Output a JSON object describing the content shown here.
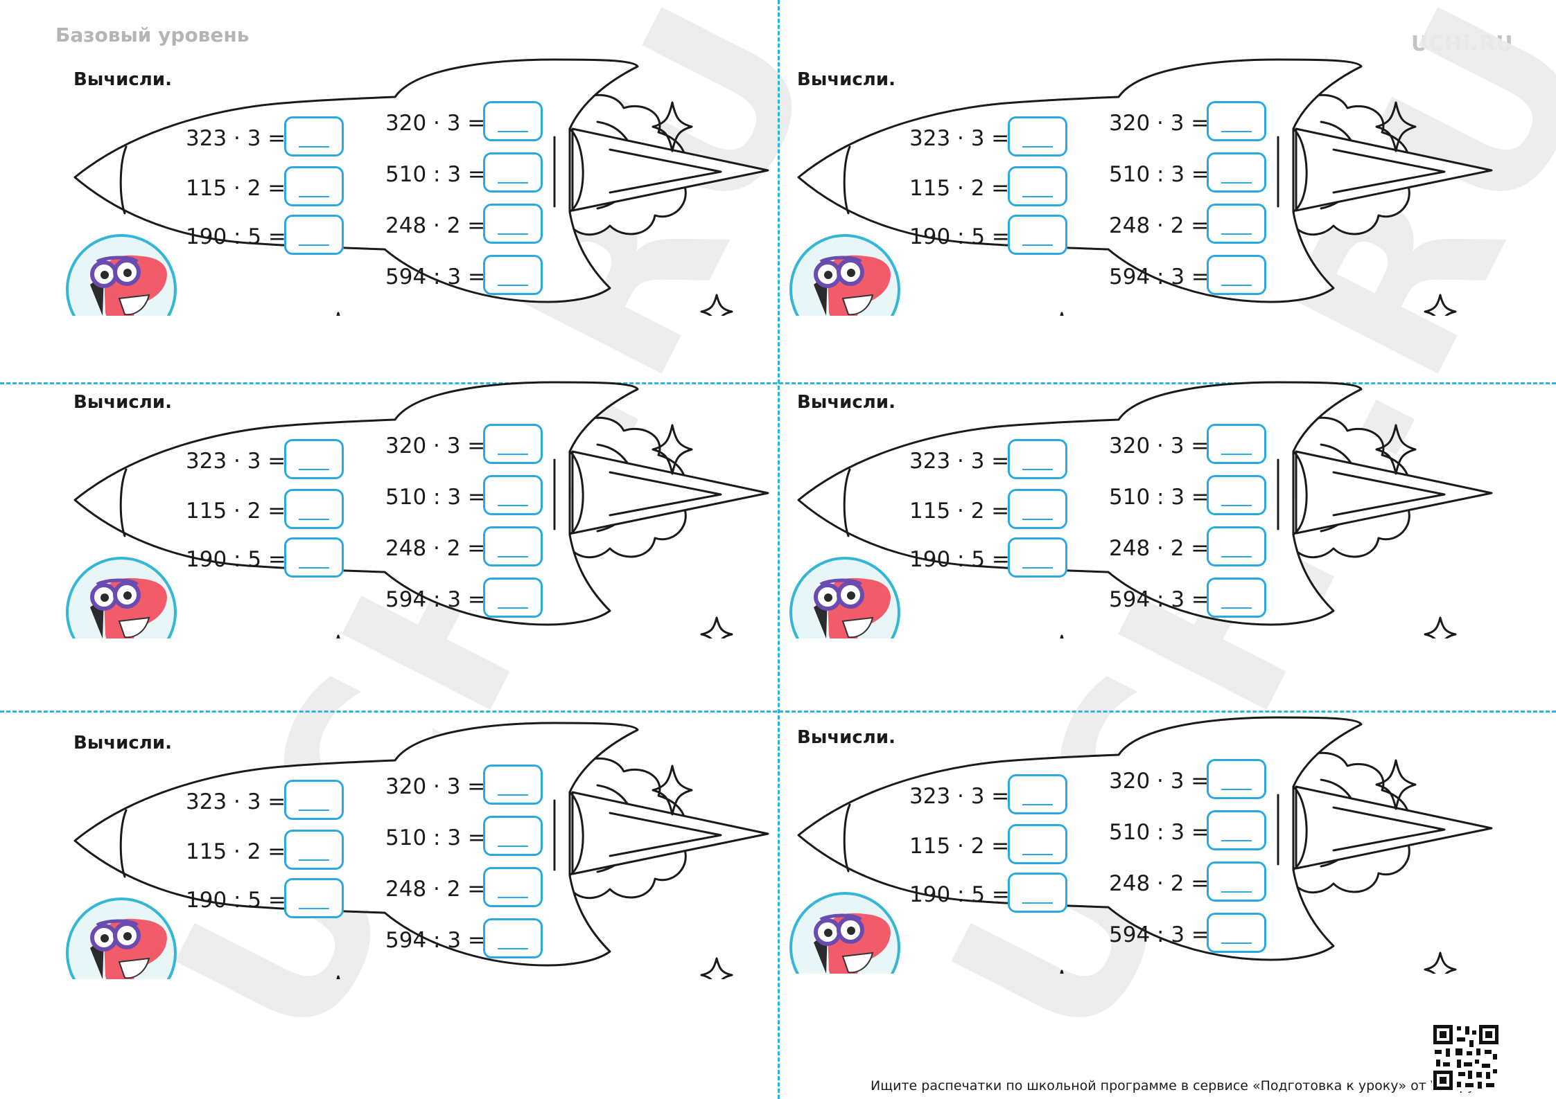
{
  "header": {
    "level": "Базовый уровень",
    "brand": "UCHi.RU"
  },
  "watermark": "UCHi.RU",
  "card": {
    "task": "Вычисли.",
    "left_exprs": [
      "323 · 3 =",
      "115 · 2 =",
      "190 : 5 ="
    ],
    "right_exprs": [
      "320 · 3 =",
      "510 : 3 =",
      "248 · 2 =",
      "594 : 3 ="
    ]
  },
  "footer": {
    "text": "Ищите распечатки по школьной программе в сервисе «Подготовка к уроку» от Учи.ру."
  },
  "colors": {
    "accent": "#2aa8e0",
    "cutline": "#2bb3e3",
    "watermark": "#ececec",
    "dino": "#f25c6a"
  },
  "icons": [
    "rocket-outline",
    "star-icon",
    "dino-astronaut-icon",
    "qr-code-icon"
  ]
}
